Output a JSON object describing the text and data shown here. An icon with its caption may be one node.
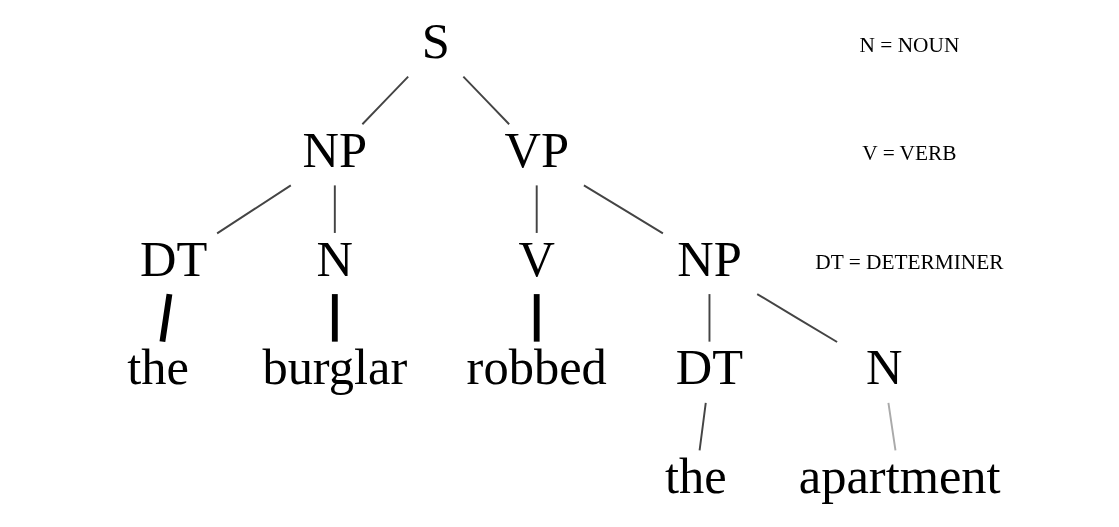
{
  "diagram": {
    "nodes": [
      {
        "text": [
          "S"
        ]
      },
      {
        "text": [
          "NP"
        ]
      },
      {
        "text": [
          "VP"
        ]
      },
      {
        "text": [
          "DT"
        ]
      },
      {
        "text": [
          "N"
        ]
      },
      {
        "text": [
          "the"
        ]
      },
      {
        "text": [
          "burglar"
        ]
      },
      {
        "text": [
          "V"
        ]
      },
      {
        "text": [
          "NP"
        ]
      },
      {
        "text": [
          "robbed"
        ]
      },
      {
        "text": [
          "DT"
        ]
      },
      {
        "text": [
          "N"
        ]
      },
      {
        "text": [
          "the"
        ]
      },
      {
        "text": [
          "apartment"
        ]
      }
    ],
    "edges": [
      {
        "from": 0,
        "to": 1,
        "arrow": "none"
      },
      {
        "from": 0,
        "to": 2,
        "arrow": "none"
      },
      {
        "from": 1,
        "to": 3,
        "arrow": "none"
      },
      {
        "from": 1,
        "to": 4,
        "arrow": "none"
      },
      {
        "from": 3,
        "to": 5,
        "arrow": "none",
        "style": "thick"
      },
      {
        "from": 4,
        "to": 6,
        "arrow": "none",
        "style": "thick"
      },
      {
        "from": 2,
        "to": 7,
        "arrow": "none"
      },
      {
        "from": 2,
        "to": 8,
        "arrow": "none"
      },
      {
        "from": 7,
        "to": 9,
        "arrow": "none",
        "style": "thick"
      },
      {
        "from": 8,
        "to": 10,
        "arrow": "none"
      },
      {
        "from": 8,
        "to": 11,
        "arrow": "none"
      },
      {
        "from": 10,
        "to": 12,
        "arrow": "none"
      },
      {
        "from": 11,
        "to": 13,
        "arrow": "none",
        "color": "#aaaaaa"
      }
    ],
    "labels": [
      "N = NOUN",
      "V = VERB",
      "DT = DETERMINER"
    ]
  }
}
